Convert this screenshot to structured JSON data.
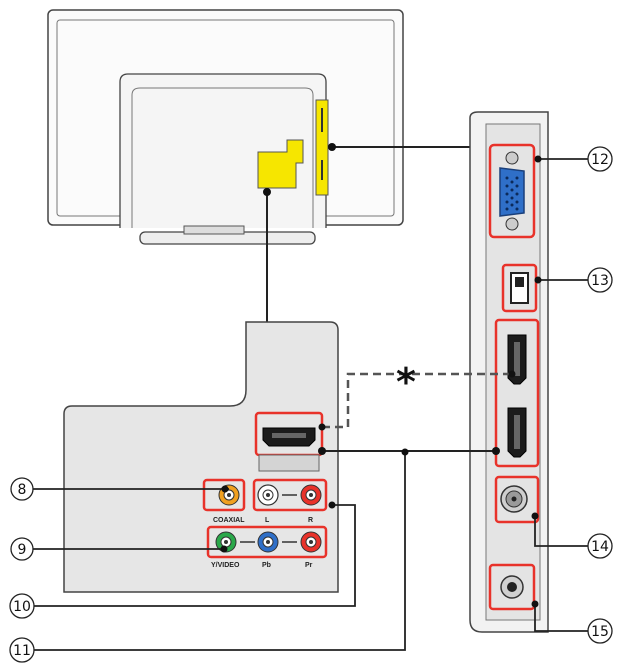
{
  "diagram": {
    "callouts": {
      "c8": "8",
      "c9": "9",
      "c10": "10",
      "c11": "11",
      "c12": "12",
      "c13": "13",
      "c14": "14",
      "c15": "15"
    },
    "port_labels": {
      "coaxial": "COAXIAL",
      "audio_l": "L",
      "audio_r": "R",
      "y_video": "Y/VIDEO",
      "pb": "Pb",
      "pr": "Pr"
    },
    "asterisk": "*",
    "colors": {
      "highlight_yellow": "#f6e600",
      "outline_red": "#e8322a",
      "coaxial_orange": "#f0a020",
      "audio_white": "#ffffff",
      "audio_red": "#e8322a",
      "video_green": "#2aa84a",
      "pb_blue": "#2f6fc8",
      "pr_red": "#e8322a",
      "panel_gray": "#e6e6e6"
    }
  }
}
